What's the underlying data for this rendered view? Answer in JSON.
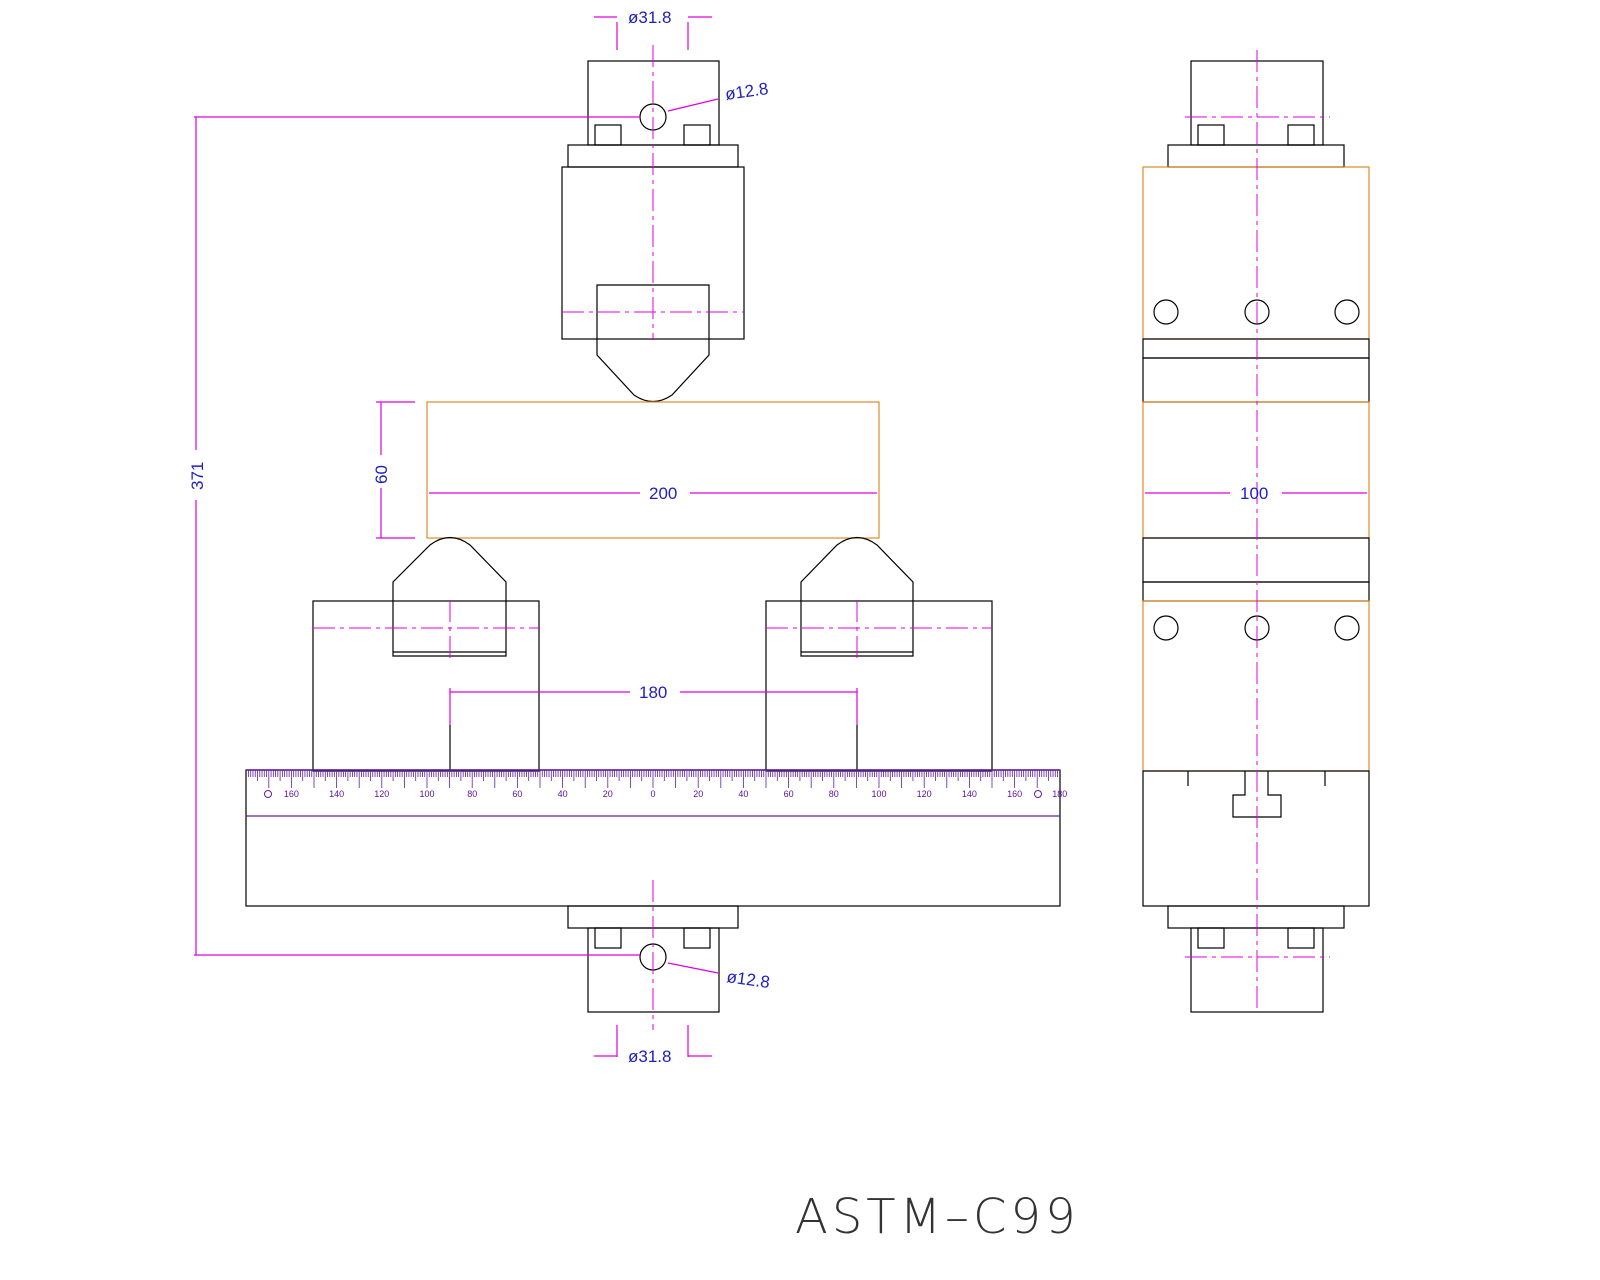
{
  "title": "ASTM–C99",
  "dims": {
    "top_outer_dia": "ø31.8",
    "top_pin_dia": "ø12.8",
    "bottom_pin_dia": "ø12.8",
    "bottom_outer_dia": "ø31.8",
    "overall_height": "371",
    "specimen_height": "60",
    "specimen_length": "200",
    "support_span": "180",
    "specimen_width": "100"
  },
  "ruler": {
    "labels_left": [
      "160",
      "140",
      "120",
      "100",
      "80",
      "60",
      "40",
      "20"
    ],
    "zero": "0",
    "labels_right": [
      "20",
      "40",
      "60",
      "80",
      "100",
      "120",
      "140",
      "160",
      "180"
    ]
  },
  "colors": {
    "outline": "#000000",
    "specimen": "#e08a2a",
    "dimension": "#e000e0",
    "text": "#2020c0",
    "ruler": "#6020a0"
  }
}
